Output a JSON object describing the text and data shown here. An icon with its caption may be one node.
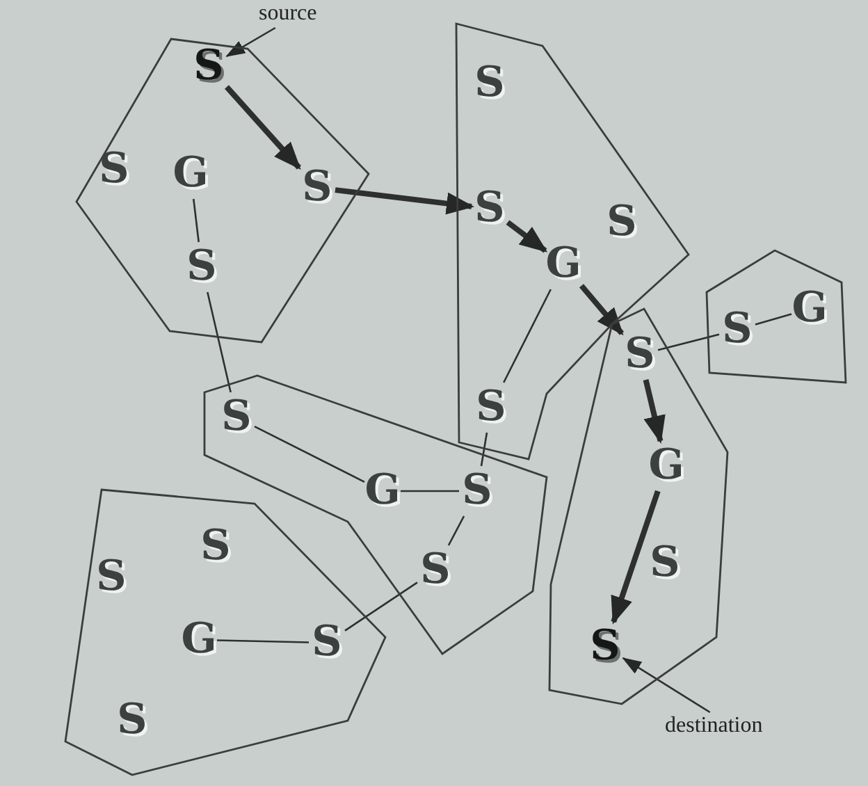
{
  "diagram": {
    "nodes": [
      {
        "text": [],
        "shape": "polygon"
      },
      {
        "text": [
          "S"
        ],
        "in": 0
      },
      {
        "text": [
          "S"
        ],
        "in": 0
      },
      {
        "text": [
          "G"
        ],
        "in": 0
      },
      {
        "text": [
          "S"
        ],
        "in": 0
      },
      {
        "text": [
          "S"
        ],
        "in": 0
      },
      {
        "text": [
          "source"
        ]
      },
      {
        "text": [],
        "shape": "polygon"
      },
      {
        "text": [
          "S"
        ],
        "in": 7
      },
      {
        "text": [
          "S"
        ],
        "in": 7
      },
      {
        "text": [
          "S"
        ],
        "in": 7
      },
      {
        "text": [
          "G"
        ],
        "in": 7
      },
      {
        "text": [
          "S"
        ],
        "in": 7
      },
      {
        "text": [],
        "shape": "polygon"
      },
      {
        "text": [
          "S"
        ],
        "in": 13
      },
      {
        "text": [
          "G"
        ],
        "in": 13
      },
      {
        "text": [],
        "shape": "polygon"
      },
      {
        "text": [
          "S"
        ],
        "in": 16
      },
      {
        "text": [
          "G"
        ],
        "in": 16
      },
      {
        "text": [
          "S"
        ],
        "in": 16
      },
      {
        "text": [
          "S"
        ],
        "in": 16
      },
      {
        "text": [],
        "shape": "polygon"
      },
      {
        "text": [
          "S"
        ],
        "in": 21
      },
      {
        "text": [
          "G"
        ],
        "in": 21
      },
      {
        "text": [
          "S"
        ],
        "in": 21
      },
      {
        "text": [
          "S"
        ],
        "in": 21
      },
      {
        "text": [
          "destination"
        ]
      },
      {
        "text": [],
        "shape": "polygon"
      },
      {
        "text": [
          "S"
        ],
        "in": 27
      },
      {
        "text": [
          "S"
        ],
        "in": 27
      },
      {
        "text": [
          "G"
        ],
        "in": 27
      },
      {
        "text": [
          "S"
        ],
        "in": 27
      },
      {
        "text": [
          "S"
        ],
        "in": 27
      }
    ],
    "edges": [
      {
        "from": 6,
        "to": 1,
        "arrow": "to"
      },
      {
        "from": 1,
        "to": 4,
        "arrow": "to",
        "style": "thick"
      },
      {
        "from": 4,
        "to": 9,
        "arrow": "to",
        "style": "thick"
      },
      {
        "from": 9,
        "to": 11,
        "arrow": "to",
        "style": "thick"
      },
      {
        "from": 11,
        "to": 22,
        "arrow": "to",
        "style": "thick"
      },
      {
        "from": 22,
        "to": 23,
        "arrow": "to",
        "style": "thick"
      },
      {
        "from": 23,
        "to": 25,
        "arrow": "to",
        "style": "thick"
      },
      {
        "from": 26,
        "to": 25,
        "arrow": "to"
      },
      {
        "from": 3,
        "to": 5,
        "arrow": "none"
      },
      {
        "from": 5,
        "to": 17,
        "arrow": "none"
      },
      {
        "from": 17,
        "to": 18,
        "arrow": "none"
      },
      {
        "from": 18,
        "to": 19,
        "arrow": "none"
      },
      {
        "from": 19,
        "to": 12,
        "arrow": "none"
      },
      {
        "from": 12,
        "to": 11,
        "arrow": "none"
      },
      {
        "from": 19,
        "to": 20,
        "arrow": "none"
      },
      {
        "from": 20,
        "to": 31,
        "arrow": "none"
      },
      {
        "from": 31,
        "to": 30,
        "arrow": "none"
      },
      {
        "from": 22,
        "to": 14,
        "arrow": "none"
      },
      {
        "from": 14,
        "to": 15,
        "arrow": "none"
      }
    ]
  }
}
